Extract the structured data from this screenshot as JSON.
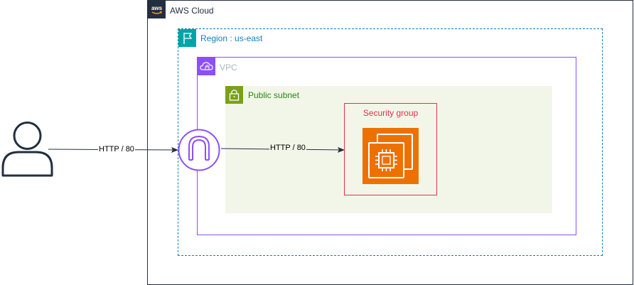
{
  "aws_cloud": {
    "label": "AWS Cloud",
    "icon": "aws-logo-icon"
  },
  "region": {
    "label": "Region : us-east",
    "icon": "region-flag-icon"
  },
  "vpc": {
    "label": "VPC",
    "icon": "vpc-cloud-icon"
  },
  "public_subnet": {
    "label": "Public subnet",
    "icon": "lock-icon"
  },
  "security_group": {
    "label": "Security group"
  },
  "nodes": {
    "user": {
      "icon": "user-icon"
    },
    "internet_gateway": {
      "icon": "internet-gateway-icon"
    },
    "ec2_instance": {
      "icon": "ec2-instance-icon"
    }
  },
  "edges": [
    {
      "from": "user",
      "to": "internet_gateway",
      "label": "HTTP / 80"
    },
    {
      "from": "internet_gateway",
      "to": "ec2_instance",
      "label": "HTTP / 80"
    }
  ],
  "colors": {
    "aws_dark": "#232f3e",
    "region": "#147eba",
    "region_icon": "#00a4a6",
    "vpc": "#8c4fff",
    "vpc_label": "#aab7b8",
    "subnet_fill": "#f2f6e8",
    "subnet_icon": "#7aa116",
    "subnet_label": "#248814",
    "security_group": "#dd344c",
    "ec2": "#ed7100"
  }
}
